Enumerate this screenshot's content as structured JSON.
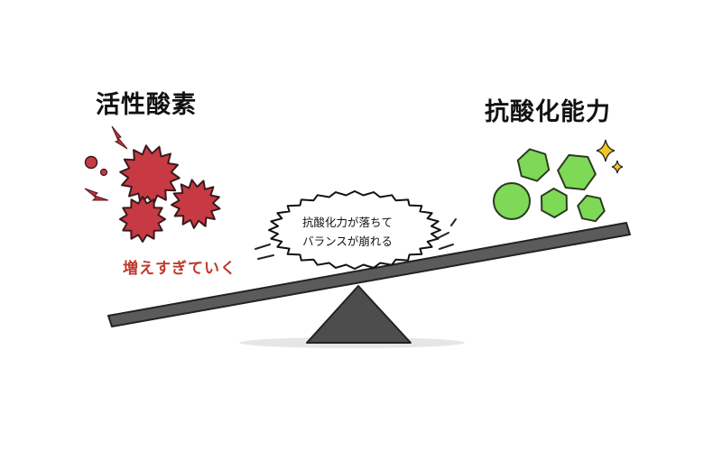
{
  "left_label": "活性酸素",
  "right_label": "抗酸化能力",
  "bubble": {
    "line1": "抗酸化力が落ちて",
    "line2": "バランスが崩れる"
  },
  "increase_text": "増えすぎていく",
  "colors": {
    "radical": "#c73a44",
    "antioxidant": "#7ed957",
    "bolt": "#b8323c",
    "beam": "#5b5b5b",
    "fulcrum": "#4d4d4d",
    "sparkle": "#f3c623",
    "increase_text": "#c0392b"
  }
}
